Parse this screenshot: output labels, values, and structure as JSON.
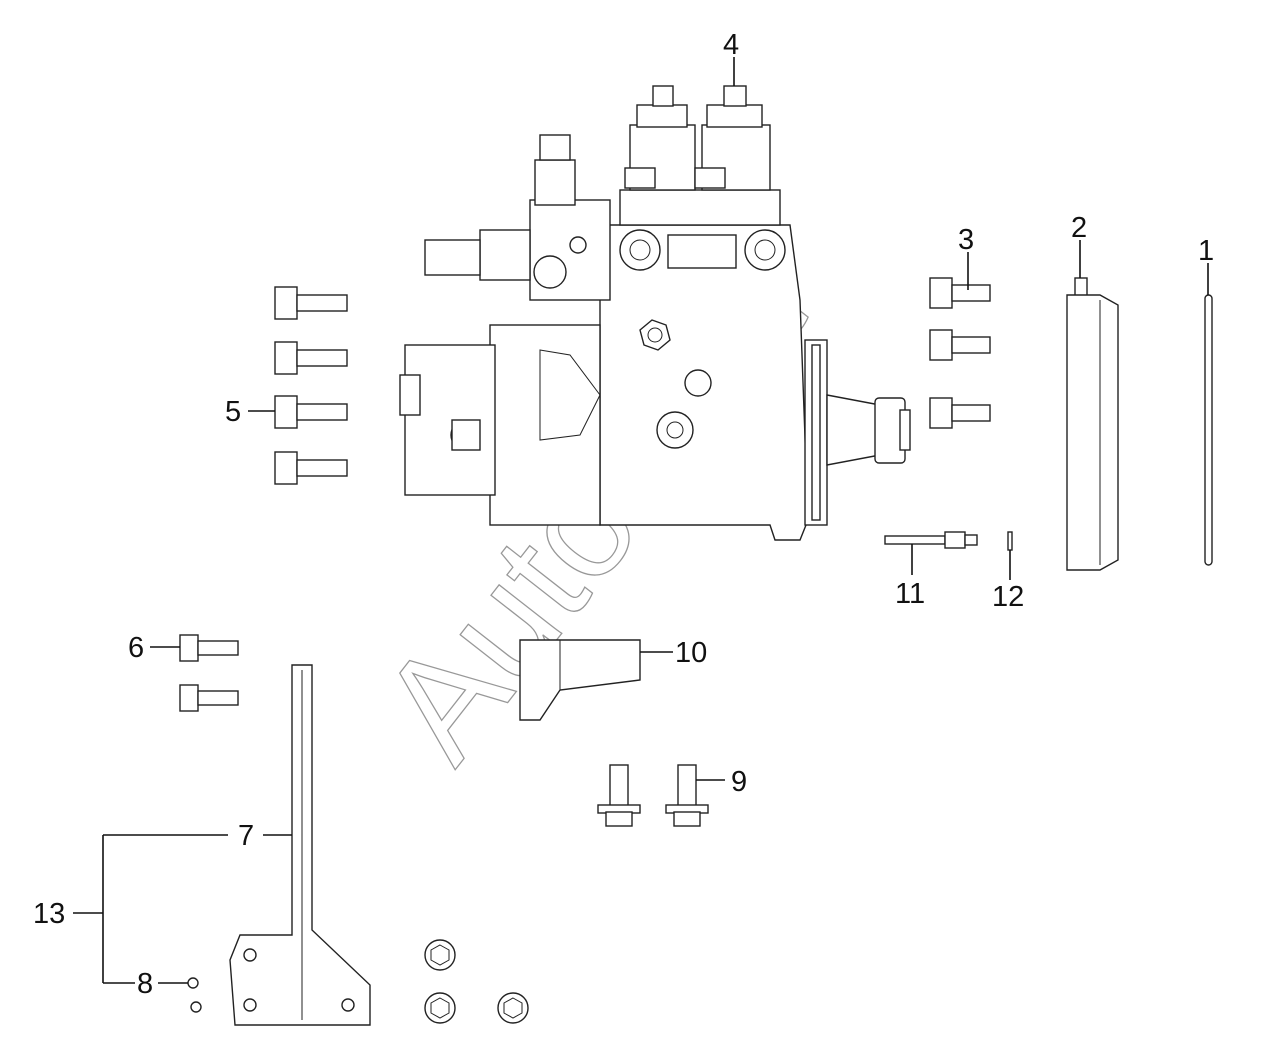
{
  "diagram": {
    "callouts": [
      {
        "id": "1",
        "label": "1"
      },
      {
        "id": "2",
        "label": "2"
      },
      {
        "id": "3",
        "label": "3"
      },
      {
        "id": "4",
        "label": "4"
      },
      {
        "id": "5",
        "label": "5"
      },
      {
        "id": "6",
        "label": "6"
      },
      {
        "id": "7",
        "label": "7"
      },
      {
        "id": "8",
        "label": "8"
      },
      {
        "id": "9",
        "label": "9"
      },
      {
        "id": "10",
        "label": "10"
      },
      {
        "id": "11",
        "label": "11"
      },
      {
        "id": "12",
        "label": "12"
      },
      {
        "id": "13",
        "label": "13"
      }
    ],
    "watermark": "AutoSoft"
  },
  "colors": {
    "line": "#222222",
    "background": "#ffffff"
  }
}
